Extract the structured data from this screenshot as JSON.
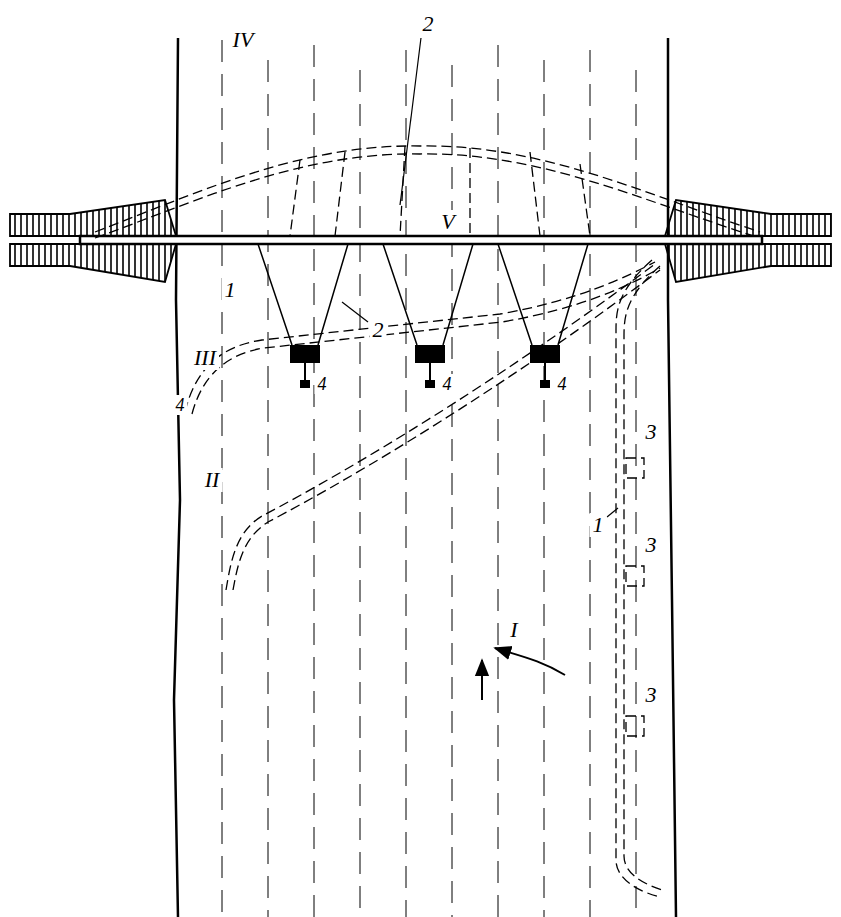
{
  "diagram": {
    "labels": [
      "IV",
      "2",
      "V",
      "1",
      "III",
      "2",
      "4",
      "4",
      "4",
      "4",
      "3",
      "II",
      "1",
      "3",
      "I",
      "3"
    ]
  }
}
